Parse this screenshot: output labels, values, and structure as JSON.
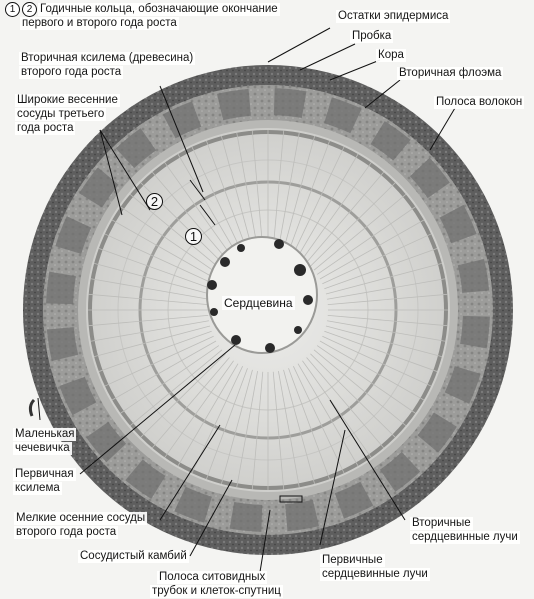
{
  "labels": {
    "rings_numbers": [
      "1",
      "2"
    ],
    "rings_desc_line1": "Годичные кольца, обозначающие окончание",
    "rings_desc_line2": "первого и второго года роста",
    "epidermis_remains": "Остатки эпидермиса",
    "cork": "Пробка",
    "cortex": "Кора",
    "secondary_phloem": "Вторичная флоэма",
    "fiber_band": "Полоса волокон",
    "secondary_xylem_line1": "Вторичная ксилема (древесина)",
    "secondary_xylem_line2": "второго года роста",
    "wide_spring_vessels_line1": "Широкие весенние",
    "wide_spring_vessels_line2": "сосуды третьего",
    "wide_spring_vessels_line3": "года роста",
    "marker_2": "2",
    "marker_1": "1",
    "pith": "Сердцевина",
    "small_lenticel_line1": "Маленькая",
    "small_lenticel_line2": "чечевичка",
    "primary_xylem_line1": "Первичная",
    "primary_xylem_line2": "ксилема",
    "small_autumn_vessels_line1": "Мелкие осенние сосуды",
    "small_autumn_vessels_line2": "второго года роста",
    "vascular_cambium": "Сосудистый камбий",
    "sieve_tube_band_line1": "Полоса ситовидных",
    "sieve_tube_band_line2": "трубок и клеток-спутниц",
    "primary_rays_line1": "Первичные",
    "primary_rays_line2": "сердцевинные лучи",
    "secondary_rays_line1": "Вторичные",
    "secondary_rays_line2": "сердцевинные лучи"
  },
  "colors": {
    "background": "#f4f4f2",
    "bark": "#6b6b6b",
    "phloem": "#9a9a9a",
    "wood": "#d9d9d6",
    "pith": "#f2f2ef",
    "line": "#111111"
  }
}
